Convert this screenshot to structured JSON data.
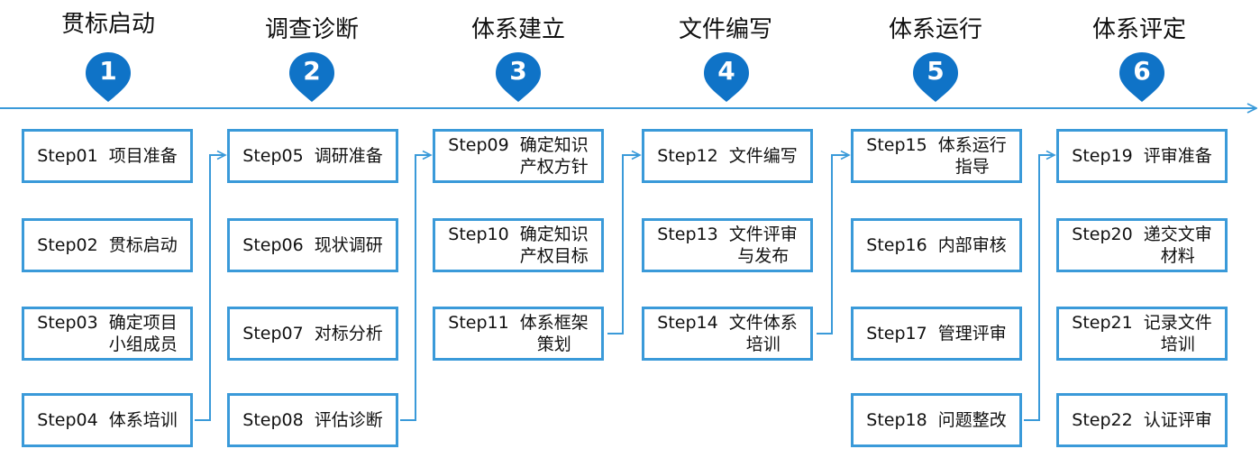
{
  "stages": [
    {
      "title": "贯标启动",
      "number": "1"
    },
    {
      "title": "调查诊断",
      "number": "2"
    },
    {
      "title": "体系建立",
      "number": "3"
    },
    {
      "title": "文件编写",
      "number": "4"
    },
    {
      "title": "体系运行",
      "number": "5"
    },
    {
      "title": "体系评定",
      "number": "6"
    }
  ],
  "steps": [
    {
      "id": "Step01",
      "lines": [
        "项目准备"
      ]
    },
    {
      "id": "Step02",
      "lines": [
        "贯标启动"
      ]
    },
    {
      "id": "Step03",
      "lines": [
        "确定项目",
        "小组成员"
      ]
    },
    {
      "id": "Step04",
      "lines": [
        "体系培训"
      ]
    },
    {
      "id": "Step05",
      "lines": [
        "调研准备"
      ]
    },
    {
      "id": "Step06",
      "lines": [
        "现状调研"
      ]
    },
    {
      "id": "Step07",
      "lines": [
        "对标分析"
      ]
    },
    {
      "id": "Step08",
      "lines": [
        "评估诊断"
      ]
    },
    {
      "id": "Step09",
      "lines": [
        "确定知识",
        "产权方针"
      ]
    },
    {
      "id": "Step10",
      "lines": [
        "确定知识",
        "产权目标"
      ]
    },
    {
      "id": "Step11",
      "lines": [
        "体系框架",
        "策划"
      ]
    },
    {
      "id": "Step12",
      "lines": [
        "文件编写"
      ]
    },
    {
      "id": "Step13",
      "lines": [
        "文件评审",
        "与发布"
      ]
    },
    {
      "id": "Step14",
      "lines": [
        "文件体系",
        "培训"
      ]
    },
    {
      "id": "Step15",
      "lines": [
        "体系运行",
        "指导"
      ]
    },
    {
      "id": "Step16",
      "lines": [
        "内部审核"
      ]
    },
    {
      "id": "Step17",
      "lines": [
        "管理评审"
      ]
    },
    {
      "id": "Step18",
      "lines": [
        "问题整改"
      ]
    },
    {
      "id": "Step19",
      "lines": [
        "评审准备"
      ]
    },
    {
      "id": "Step20",
      "lines": [
        "递交文审",
        "材料"
      ]
    },
    {
      "id": "Step21",
      "lines": [
        "记录文件",
        "培训"
      ]
    },
    {
      "id": "Step22",
      "lines": [
        "认证评审"
      ]
    }
  ],
  "colors": {
    "accent": "#3a9ad9",
    "marker": "#0f73c7"
  }
}
